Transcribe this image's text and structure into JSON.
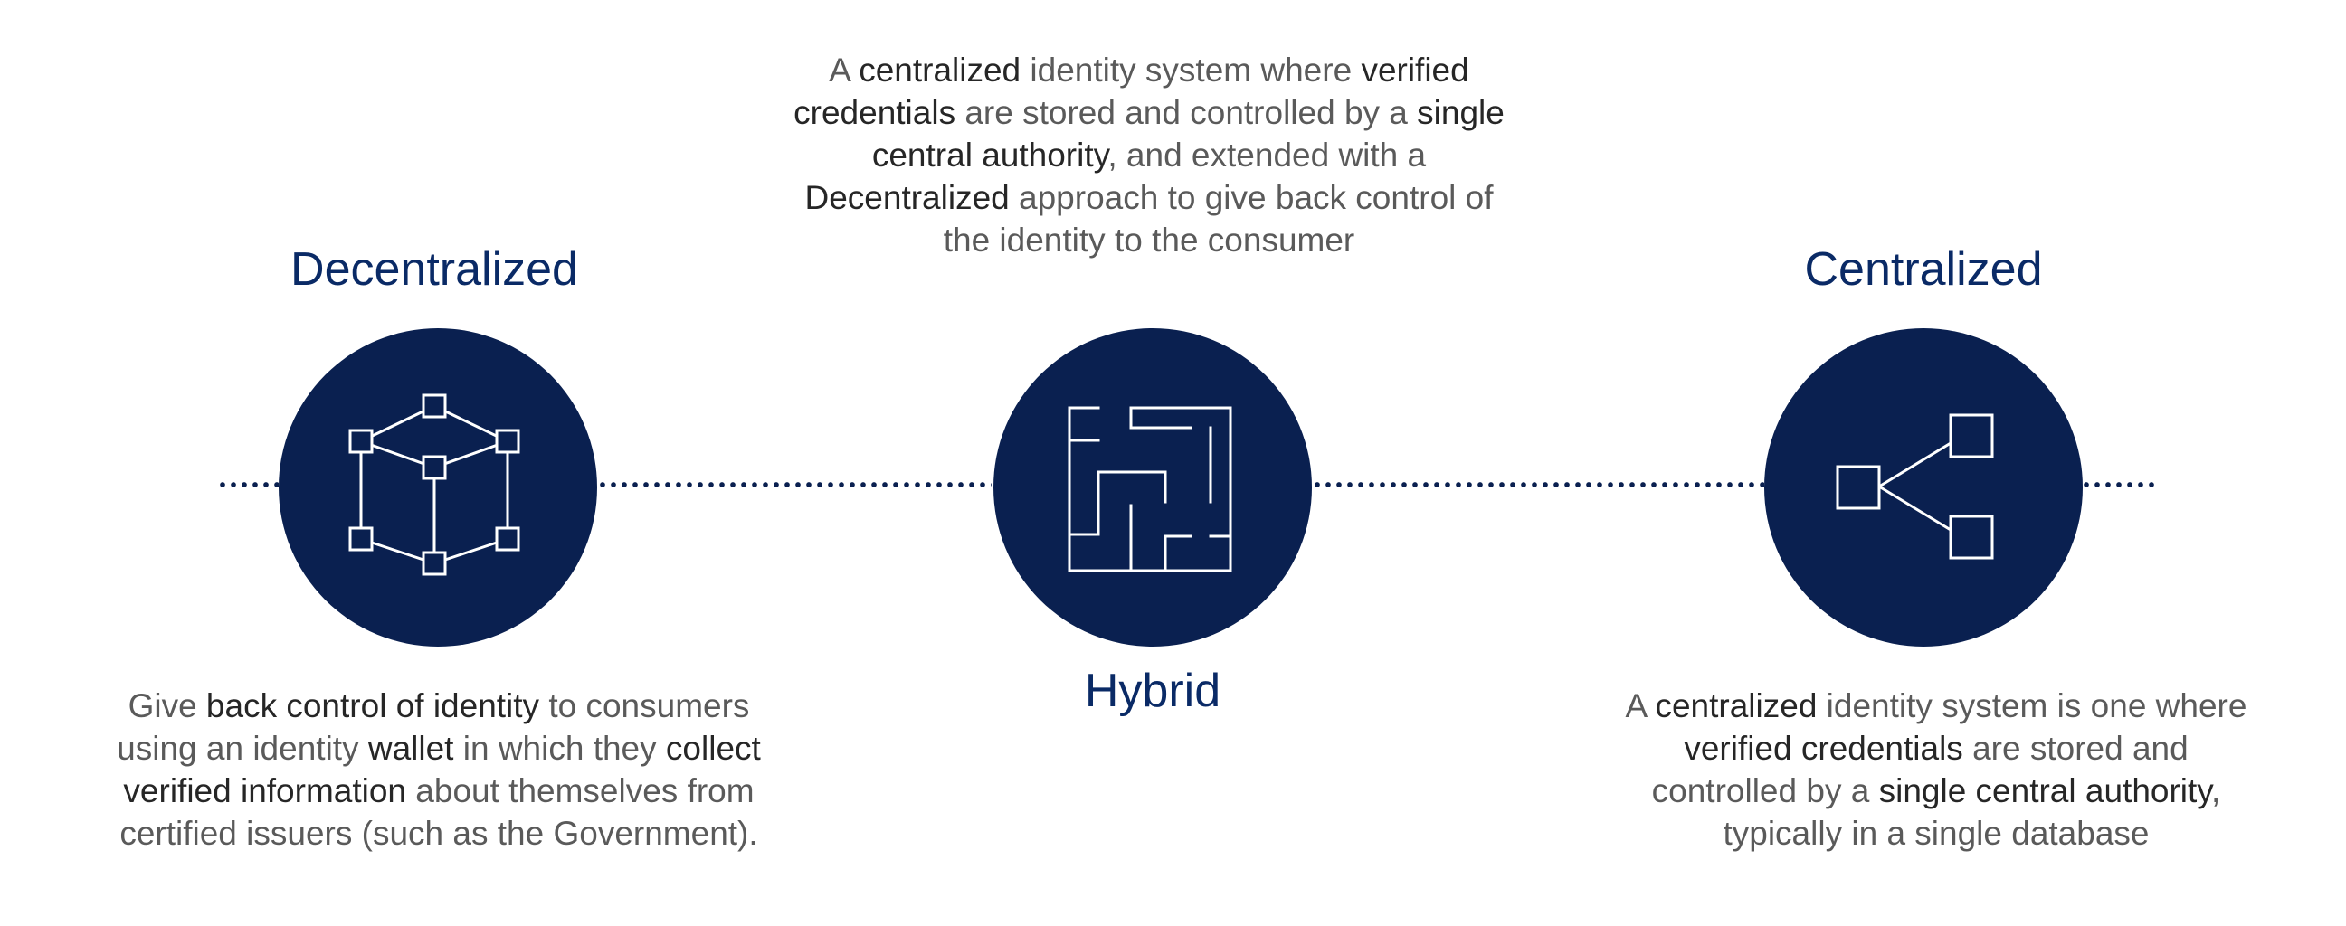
{
  "colors": {
    "navy": "#0a2050",
    "title": "#0a2a66",
    "text": "#5a5a5a",
    "emphasis": "#262626"
  },
  "nodes": [
    {
      "id": "decentralized",
      "title": "Decentralized",
      "icon": "cube-network-icon",
      "description": [
        {
          "t": "Give ",
          "b": false
        },
        {
          "t": "back control of identity",
          "b": true
        },
        {
          "t": " to consumers using an identity ",
          "b": false
        },
        {
          "t": "wallet",
          "b": true
        },
        {
          "t": " in which they ",
          "b": false
        },
        {
          "t": "collect verified information",
          "b": true
        },
        {
          "t": " about themselves from certified issuers (such as the Government).",
          "b": false
        }
      ]
    },
    {
      "id": "hybrid",
      "title": "Hybrid",
      "icon": "maze-icon",
      "description": [
        {
          "t": "A ",
          "b": false
        },
        {
          "t": "centralized",
          "b": true
        },
        {
          "t": " identity system where ",
          "b": false
        },
        {
          "t": "verified credentials",
          "b": true
        },
        {
          "t": " are stored and controlled by a ",
          "b": false
        },
        {
          "t": "single central authority",
          "b": true
        },
        {
          "t": ", and extended with a ",
          "b": false
        },
        {
          "t": "Decentralized",
          "b": true
        },
        {
          "t": " approach to give back control of the identity to the consumer",
          "b": false
        }
      ]
    },
    {
      "id": "centralized",
      "title": "Centralized",
      "icon": "share-tree-icon",
      "description": [
        {
          "t": "A ",
          "b": false
        },
        {
          "t": "centralized",
          "b": true
        },
        {
          "t": " identity system is one where ",
          "b": false
        },
        {
          "t": "verified credentials",
          "b": true
        },
        {
          "t": " are stored and controlled by a ",
          "b": false
        },
        {
          "t": "single central authority",
          "b": true
        },
        {
          "t": ", typically in a single database",
          "b": false
        }
      ]
    }
  ]
}
